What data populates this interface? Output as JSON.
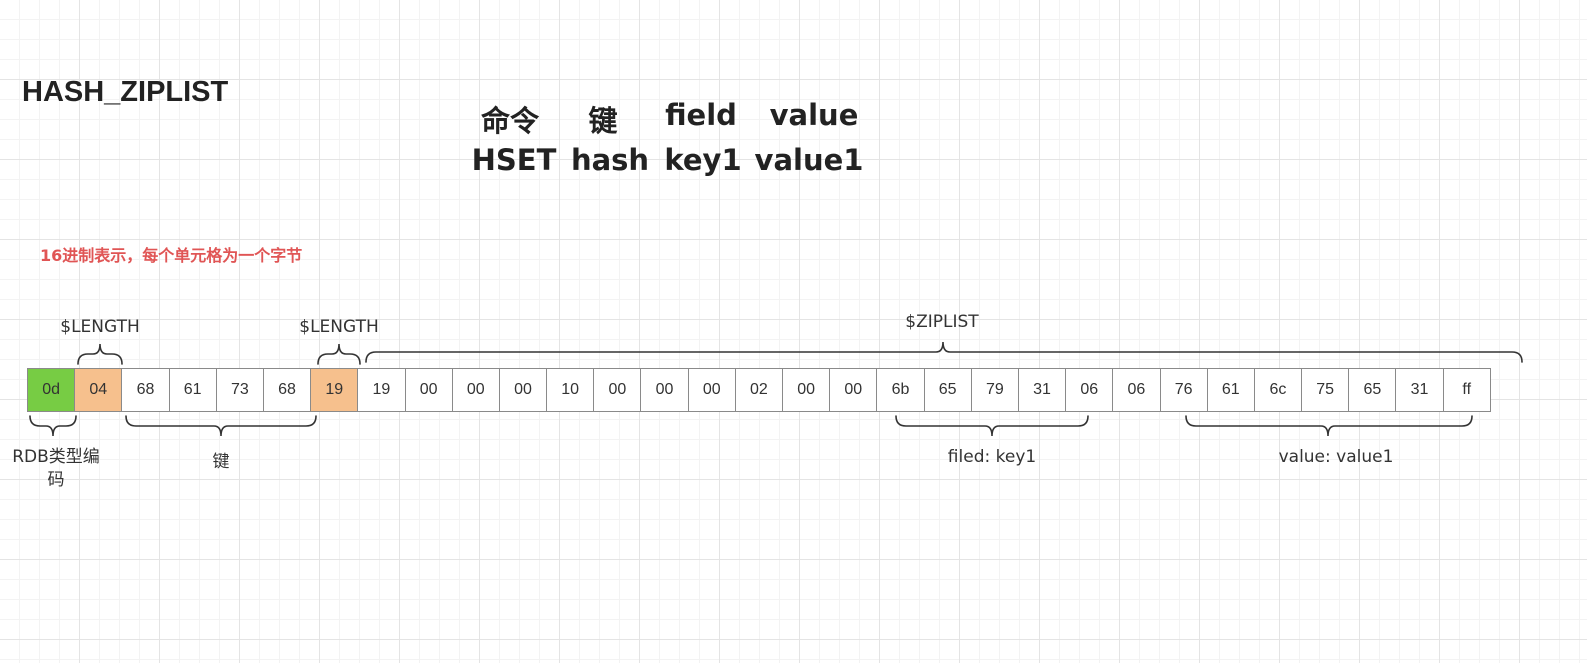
{
  "title": "HASH_ZIPLIST",
  "header": {
    "columns": [
      "命令",
      "键",
      "field",
      "value"
    ],
    "values": [
      "HSET",
      "hash",
      "key1",
      "value1"
    ]
  },
  "note": "16进制表示，每个单元格为一个字节",
  "labels": {
    "length1": "$LENGTH",
    "length2": "$LENGTH",
    "ziplist": "$ZIPLIST",
    "rdb_type": "RDB类型编码",
    "key": "键",
    "field": "filed: key1",
    "value": "value: value1"
  },
  "bytes": [
    "0d",
    "04",
    "68",
    "61",
    "73",
    "68",
    "19",
    "19",
    "00",
    "00",
    "00",
    "10",
    "00",
    "00",
    "00",
    "02",
    "00",
    "00",
    "6b",
    "65",
    "79",
    "31",
    "06",
    "06",
    "76",
    "61",
    "6c",
    "75",
    "65",
    "31",
    "ff"
  ],
  "colors": {
    "type_byte": "#77cc44",
    "length_byte": "#f6c08d",
    "note": "#e05555"
  }
}
